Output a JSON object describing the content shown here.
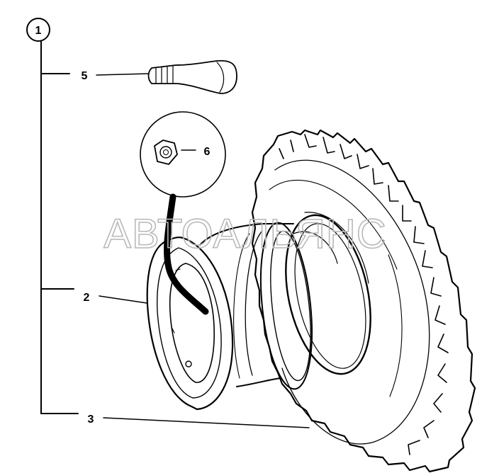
{
  "assembly_label": "1",
  "callouts": {
    "valve": "5",
    "nut": "6",
    "rim": "2",
    "tyre": "3"
  },
  "watermark": "АВТОАЛЬЯНС"
}
